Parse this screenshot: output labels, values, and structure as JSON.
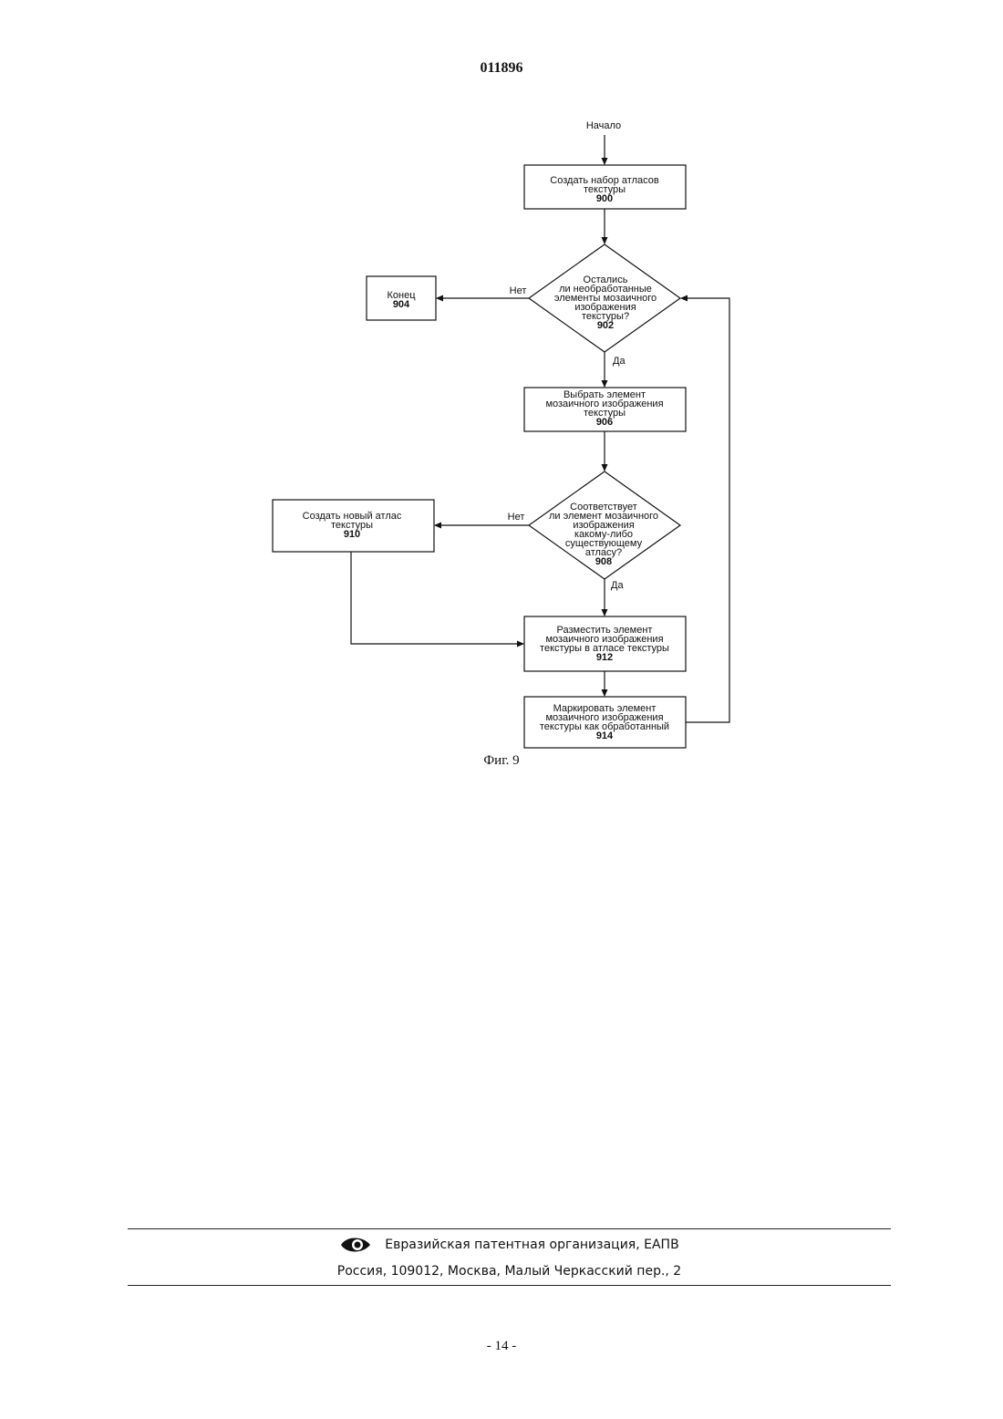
{
  "header": {
    "document_number": "011896"
  },
  "flowchart": {
    "start_label": "Начало",
    "nodes": {
      "n900": {
        "lines": [
          "Создать набор атласов",
          "текстуры"
        ],
        "number": "900"
      },
      "n902": {
        "lines": [
          "Остались",
          "ли необработанные",
          "элементы мозаичного",
          "изображения",
          "текстуры?"
        ],
        "number": "902"
      },
      "n904": {
        "lines": [
          "Конец"
        ],
        "number": "904"
      },
      "n906": {
        "lines": [
          "Выбрать элемент",
          "мозаичного изображения",
          "текстуры"
        ],
        "number": "906"
      },
      "n908": {
        "lines": [
          "Соответствует",
          "ли элемент мозаичного",
          "изображения",
          "какому-либо",
          "существующему",
          "атласу?"
        ],
        "number": "908"
      },
      "n910": {
        "lines": [
          "Создать новый атлас",
          "текстуры"
        ],
        "number": "910"
      },
      "n912": {
        "lines": [
          "Разместить элемент",
          "мозаичного изображения",
          "текстуры в атласе текстуры"
        ],
        "number": "912"
      },
      "n914": {
        "lines": [
          "Маркировать элемент",
          "мозаичного изображения",
          "текстуры как обработанный"
        ],
        "number": "914"
      }
    },
    "edge_labels": {
      "no_902": "Нет",
      "yes_902": "Да",
      "no_908": "Нет",
      "yes_908": "Да"
    }
  },
  "figure_caption": "Фиг. 9",
  "footer": {
    "organization": "Евразийская патентная организация, ЕАПВ",
    "address": "Россия, 109012, Москва, Малый Черкасский пер., 2",
    "logo_icon": "eapo-eye-logo"
  },
  "page_number": "- 14 -"
}
